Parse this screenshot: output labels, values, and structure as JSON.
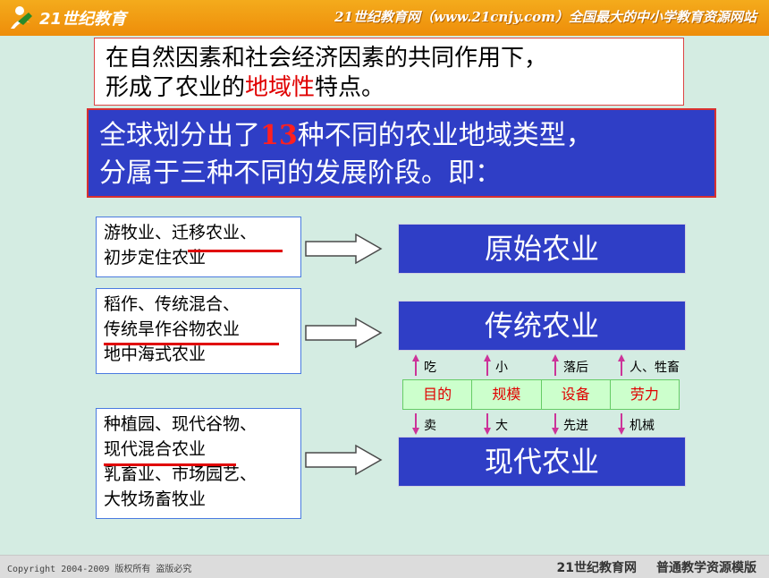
{
  "header": {
    "logo_text": "21世纪教育",
    "slogan": "21世纪教育网（www.21cnjy.com）全国最大的中小学教育资源网站"
  },
  "intro": {
    "text_before": "在自然因素和社会经济因素的共同作用下，",
    "line2_before": "形成了农业的",
    "highlight": "地域性",
    "line2_after": "特点。"
  },
  "band": {
    "line1_before": "全球划分出了",
    "number": "13",
    "line1_after": "种不同的农业地域类型，",
    "line2": "分属于三种不同的发展阶段。即："
  },
  "groups": [
    {
      "lines": [
        "游牧业、迁移农业、",
        "初步定住农业"
      ],
      "stage": "原始农业"
    },
    {
      "lines": [
        "稻作、传统混合、",
        "传统旱作谷物农业",
        "地中海式农业"
      ],
      "stage": "传统农业"
    },
    {
      "lines": [
        "种植园、现代谷物、",
        "现代混合农业",
        "乳畜业、市场园艺、",
        "大牧场畜牧业"
      ],
      "stage": "现代农业"
    }
  ],
  "comparison": {
    "criteria": [
      "目的",
      "规模",
      "设备",
      "劳力"
    ],
    "traditional": [
      "吃",
      "小",
      "落后",
      "人、牲畜"
    ],
    "modern": [
      "卖",
      "大",
      "先进",
      "机械"
    ]
  },
  "footer": {
    "copyright": "Copyright 2004-2009 版权所有 盗版必究",
    "brand": "21世纪教育网",
    "template": "普通教学资源模版"
  },
  "colors": {
    "header": "#f09a12",
    "stage_blue": "#2f3ec6",
    "highlight_red": "#e00000",
    "arrow_magenta": "#cc3399"
  }
}
